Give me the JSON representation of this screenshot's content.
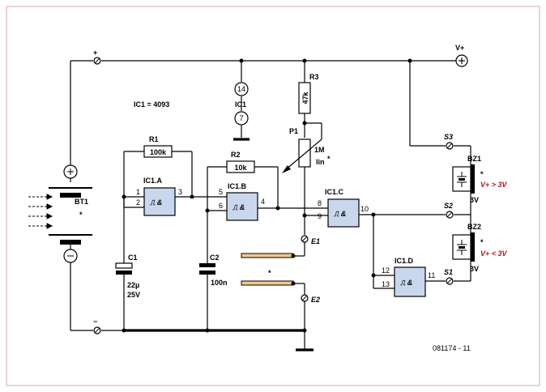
{
  "colors": {
    "gate_fill": "#c9d7ee",
    "note_red": "#b01818",
    "frame": "#d9a9a9",
    "contact": "#f0c890"
  },
  "supply": {
    "vplus": "V+",
    "plus": "+",
    "minus": "−"
  },
  "ic": {
    "type": "IC1 = 4093",
    "name": "IC1",
    "pin_vdd": "14",
    "pin_vss": "7"
  },
  "gates": {
    "a": {
      "name": "IC1.A",
      "symbol": "⎍ &",
      "in1": "1",
      "in2": "2",
      "out": "3"
    },
    "b": {
      "name": "IC1.B",
      "symbol": "⎍ &",
      "in1": "5",
      "in2": "6",
      "out": "4"
    },
    "c": {
      "name": "IC1.C",
      "symbol": "⎍ &",
      "in1": "8",
      "in2": "9",
      "out": "10"
    },
    "d": {
      "name": "IC1.D",
      "symbol": "⎍ &",
      "in1": "12",
      "in2": "13",
      "out": "11"
    }
  },
  "components": {
    "r1": {
      "name": "R1",
      "value": "100k"
    },
    "r2": {
      "name": "R2",
      "value": "10k"
    },
    "r3": {
      "name": "R3",
      "value": "47k"
    },
    "p1": {
      "name": "P1",
      "value": "1M",
      "type": "lin",
      "mark": "*"
    },
    "c1": {
      "name": "C1",
      "value": "22µ",
      "voltage": "25V"
    },
    "c2": {
      "name": "C2",
      "value": "100n"
    },
    "bt1": {
      "name": "BT1",
      "mark": "*"
    },
    "bz1": {
      "name": "BZ1",
      "voltage": "3V",
      "mark": "*",
      "note": "V+ > 3V"
    },
    "bz2": {
      "name": "BZ2",
      "voltage": "3V",
      "mark": "*",
      "note": "V+ < 3V"
    }
  },
  "switches": {
    "s1": "S1",
    "s2": "S2",
    "s3": "S3"
  },
  "electrodes": {
    "e1": "E1",
    "e2": "E2",
    "mark": "*"
  },
  "figure_id": "081174 - 11"
}
